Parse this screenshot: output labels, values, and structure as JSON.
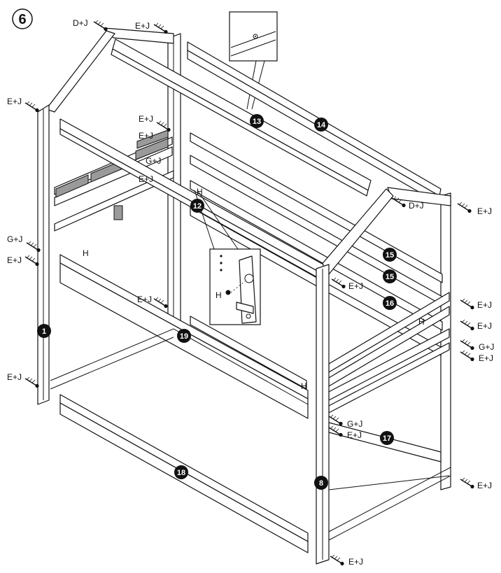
{
  "step_number": "6",
  "colors": {
    "line": "#111111",
    "badge": "#111111",
    "shade": "#9a9a9a",
    "background": "#ffffff"
  },
  "parts": {
    "p1": "1",
    "p8": "8",
    "p12": "12",
    "p13": "13",
    "p14": "14",
    "p15a": "15",
    "p15b": "15",
    "p16": "16",
    "p17": "17",
    "p18": "18",
    "p19": "19"
  },
  "hardware": {
    "dj_top": "D+J",
    "ej_top": "E+J",
    "ej_left_top": "E+J",
    "ej_inner_1": "E+J",
    "ej_inner_2": "E+J",
    "gj_inner": "G+J",
    "ej_inner_3": "E+J",
    "gj_left_mid": "G+J",
    "ej_left_mid": "E+J",
    "ej_left_bottom": "E+J",
    "ej_post_mid": "E+J",
    "dj_right": "D+J",
    "ej_right_1": "E+J",
    "ej_right_2": "E+J",
    "ej_right_3": "E+J",
    "gj_right": "G+J",
    "ej_right_4": "E+J",
    "ej_right_5": "E+J",
    "ej_center": "E+J",
    "gj_front": "G+J",
    "ej_front": "E+J",
    "ej_bottom": "E+J"
  },
  "markers": {
    "h1": "H",
    "h2": "H",
    "h3": "H",
    "h4": "H",
    "h5": "H"
  },
  "icons": {
    "screw": "screw-icon",
    "hole": "pre-drilled-hole-icon",
    "part_badge": "part-number-badge-icon"
  }
}
